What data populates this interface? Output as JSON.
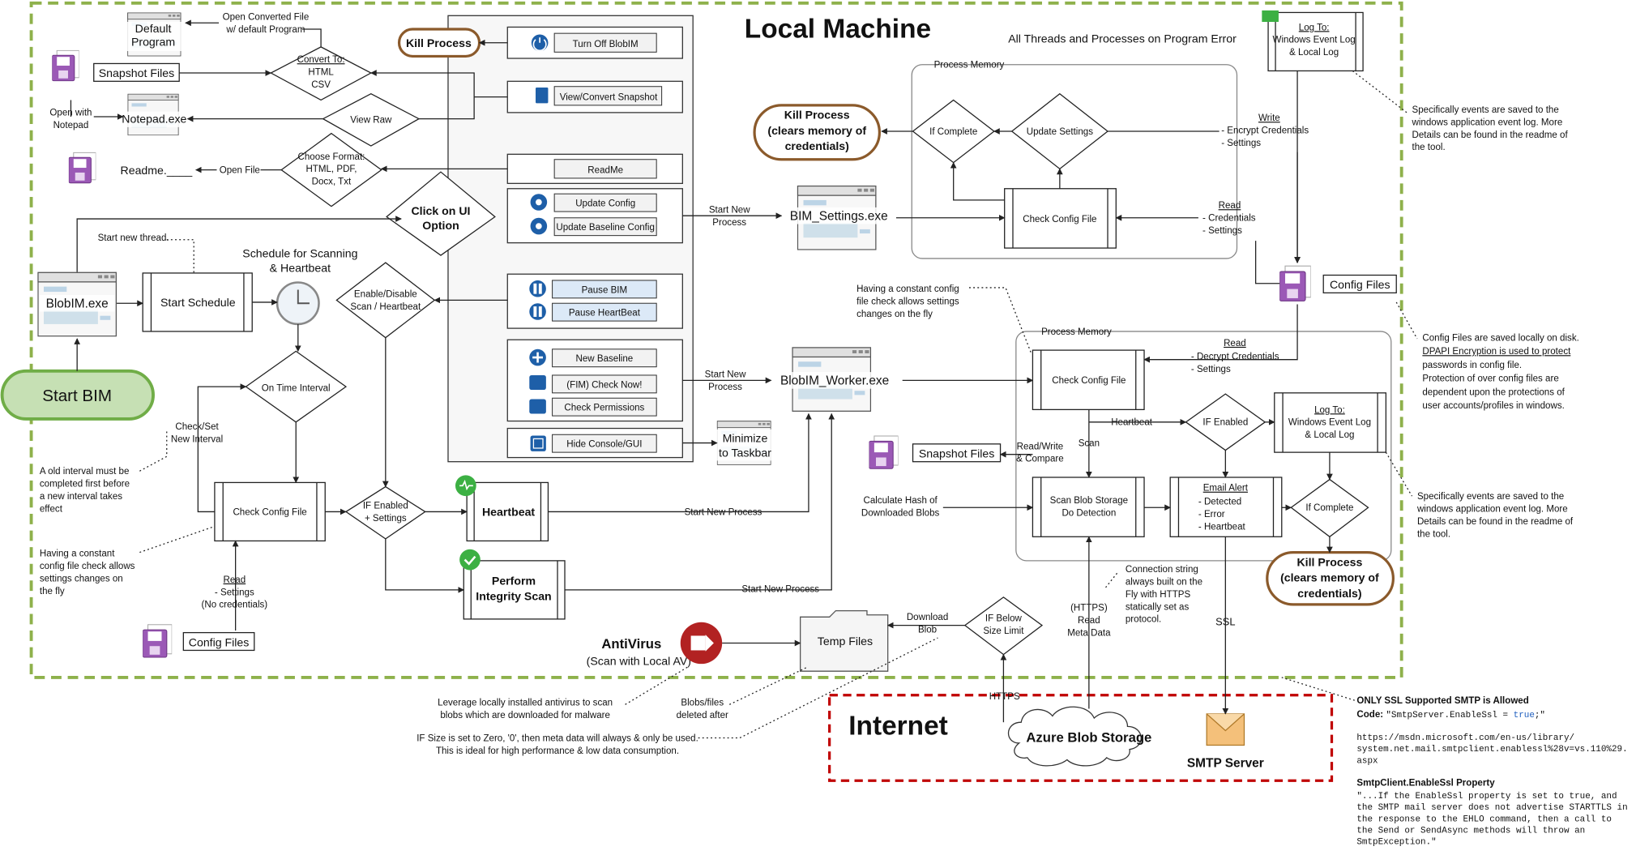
{
  "headings": {
    "local_machine": "Local Machine",
    "internet": "Internet"
  },
  "nodes": {
    "start_bim": "Start BIM",
    "blobim_exe": "BlobIM.exe",
    "start_schedule": "Start Schedule",
    "schedule_label_1": "Schedule for Scanning",
    "schedule_label_2": "& Heartbeat",
    "start_new_thread": "Start new thread.",
    "on_time_interval": "On Time Interval",
    "check_set_interval_1": "Check/Set",
    "check_set_interval_2": "New Interval",
    "check_config_left": "Check Config File",
    "if_enabled_settings_1": "IF Enabled",
    "if_enabled_settings_2": "+ Settings",
    "enable_disable_1": "Enable/Disable",
    "enable_disable_2": "Scan / Heartbeat",
    "heartbeat": "Heartbeat",
    "perform_integrity_1": "Perform",
    "perform_integrity_2": "Integrity Scan",
    "click_ui_1": "Click on UI",
    "click_ui_2": "Option",
    "kill_process": "Kill Process",
    "default_program_1": "Default",
    "default_program_2": "Program",
    "open_converted_1": "Open Converted File",
    "open_converted_2": "w/ default Program",
    "convert_to_1": "Convert To:",
    "convert_to_2": "HTML",
    "convert_to_3": "CSV",
    "snapshot_files": "Snapshot Files",
    "open_with_1": "Open with",
    "open_with_2": "Notepad",
    "notepad_exe": "Notepad.exe",
    "view_raw": "View Raw",
    "readme_file": "Readme.____",
    "open_file": "Open File",
    "choose_format_1": "Choose Format:",
    "choose_format_2": "HTML, PDF,",
    "choose_format_3": "Docx, Txt",
    "read_label": "Read",
    "read_settings_1": "- Settings",
    "read_settings_2": "(No credentials)",
    "config_files_left": "Config Files",
    "minimize_1": "Minimize",
    "minimize_2": "to Taskbar",
    "start_new_process": "Start New Process",
    "start_new_process_a": "Start New",
    "start_new_process_b": "Process",
    "bim_settings_exe": "BIM_Settings.exe",
    "blobim_worker_exe": "BlobIM_Worker.exe",
    "process_memory": "Process Memory",
    "kill_process_clear_1": "Kill Process",
    "kill_process_clear_2": "(clears memory of",
    "kill_process_clear_3": "credentials)",
    "if_complete": "If Complete",
    "update_settings": "Update Settings",
    "check_config_file": "Check Config File",
    "write_label": "Write",
    "write_items_1": "- Encrypt Credentials",
    "write_items_2": "- Settings",
    "read_items_1": "- Credentials",
    "read_items_2": "- Settings",
    "all_threads": "All Threads and Processes on Program Error",
    "log_to_label": "Log To:",
    "log_to_1": "Windows Event Log",
    "log_to_2": "& Local Log",
    "config_files_right": "Config Files",
    "constant_config_1": "Having a constant config",
    "constant_config_2": "file check allows settings",
    "constant_config_3": "changes on the fly",
    "decrypt_items_1": "- Decrypt Credentials",
    "decrypt_items_2": "- Settings",
    "heartbeat_small": "Heartbeat",
    "if_enabled": "IF Enabled",
    "scan_small": "Scan",
    "read_write_1": "Read/Write",
    "read_write_2": "& Compare",
    "scan_blob_1": "Scan Blob Storage",
    "scan_blob_2": "Do Detection",
    "email_alert": "Email Alert",
    "email_items_1": "- Detected",
    "email_items_2": "- Error",
    "email_items_3": "- Heartbeat",
    "calculate_hash_1": "Calculate Hash of",
    "calculate_hash_2": "Downloaded Blobs",
    "temp_files": "Temp Files",
    "download_blob_1": "Download",
    "download_blob_2": "Blob",
    "if_below_1": "IF Below",
    "if_below_2": "Size Limit",
    "antivirus": "AntiVirus",
    "antivirus_sub": "(Scan with Local AV)",
    "https_read_1": "(HTTPS)",
    "https_read_2": "Read",
    "https_read_3": "Meta Data",
    "connection_1": "Connection string",
    "connection_2": "always built on the",
    "connection_3": "Fly with HTTPS",
    "connection_4": "statically set as",
    "connection_5": "protocol.",
    "ssl": "SSL",
    "https_small": "HTTPS",
    "azure_blob": "Azure Blob Storage",
    "smtp_server": "SMTP Server"
  },
  "ui_buttons": {
    "turn_off": "Turn Off BlobIM",
    "view_convert": "View/Convert Snapshot",
    "readme": "ReadMe",
    "update_config": "Update Config",
    "update_baseline_config": "Update Baseline Config",
    "pause_bim": "Pause BIM",
    "pause_heartbeat": "Pause HeartBeat",
    "new_baseline": "New Baseline",
    "fim_check": "(FIM) Check Now!",
    "check_permissions": "Check Permissions",
    "hide_console": "Hide Console/GUI"
  },
  "notes": {
    "old_interval": [
      "A old interval must be",
      "completed first before",
      "a new interval takes",
      "effect"
    ],
    "constant_config_left": [
      "Having a constant",
      "config file check allows",
      "settings changes on",
      "the fly"
    ],
    "events_saved_top": [
      "Specifically events are saved to the",
      "windows application event log. More",
      "Details can be found in the readme of",
      "the tool."
    ],
    "config_saved": [
      "Config Files are saved locally on disk.",
      "DPAPI Encryption is used to protect",
      "passwords in config file.",
      "Protection of over config files are",
      "dependent upon the protections of",
      "user accounts/profiles in windows."
    ],
    "events_saved_mid": [
      "Specifically events are saved to the",
      "windows application event log. More",
      "Details can be found in the readme of",
      "the tool."
    ],
    "antivirus_note": [
      "Leverage locally installed antivirus to scan",
      "blobs which are downloaded for malware"
    ],
    "blobs_deleted": [
      "Blobs/files",
      "deleted after"
    ],
    "size_zero": [
      "IF Size is set to Zero, '0', then meta data will always & only be used.",
      "This is ideal for high performance & low data consumption."
    ],
    "ssl_title": "ONLY SSL Supported SMTP is Allowed",
    "ssl_code_label": "Code: ",
    "ssl_code_a": "\"SmtpServer.EnableSsl = ",
    "ssl_code_true": "true",
    "ssl_code_b": ";\"",
    "ssl_url": [
      "https://msdn.microsoft.com/en-us/library/",
      "system.net.mail.smtpclient.enablessl%28v=vs.110%29.",
      "aspx"
    ],
    "ssl_prop_title": "SmtpClient.EnableSsl Property",
    "ssl_prop_body": [
      "\"...If the EnableSsl property is set to true, and",
      "the SMTP mail server does not advertise STARTTLS in",
      "the response to the EHLO command, then a call to",
      "the Send or SendAsync methods will throw an",
      "SmtpException.\""
    ]
  },
  "colors": {
    "local_border": "#8eb14b",
    "internet_border": "#c00000",
    "start_fill": "#c6e0b4",
    "start_stroke": "#70ad47",
    "kill_stroke": "#8b5a2b",
    "icon_blue": "#1e5fa8",
    "green_badge": "#3cb043",
    "antivirus_red": "#b22222",
    "link_blue": "#1f5fbf",
    "file_purple": "#7b3f99"
  }
}
